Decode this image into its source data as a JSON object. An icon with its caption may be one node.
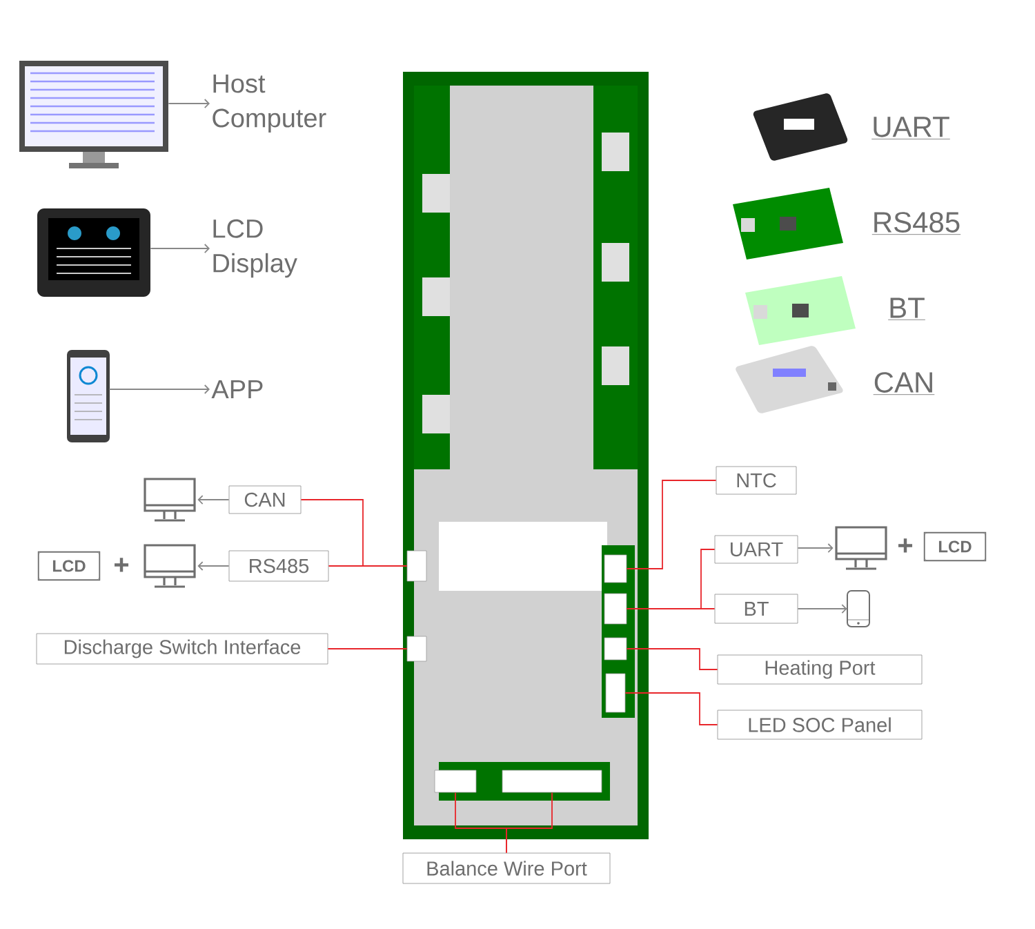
{
  "diagram": {
    "nodes": [
      {
        "text": [],
        "shape": "picture"
      },
      {
        "text": [
          "Host Computer"
        ]
      },
      {
        "text": [],
        "shape": "picture"
      },
      {
        "text": [
          "LCD Display"
        ]
      },
      {
        "text": [],
        "shape": "picture"
      },
      {
        "text": [
          "APP"
        ]
      },
      {
        "text": [],
        "shape": "picture"
      },
      {
        "text": [],
        "shape": "picture"
      },
      {
        "text": [],
        "shape": "picture"
      },
      {
        "text": [],
        "shape": "box",
        "in": 8
      },
      {
        "text": [],
        "shape": "box",
        "in": 8
      },
      {
        "text": [],
        "shape": "box",
        "in": 8
      },
      {
        "text": [],
        "shape": "box",
        "in": 8
      },
      {
        "text": [],
        "shape": "box",
        "in": 8
      },
      {
        "text": [],
        "shape": "box",
        "in": 8
      },
      {
        "text": [],
        "shape": "box",
        "in": 8
      },
      {
        "text": [],
        "shape": "box",
        "in": 8
      },
      {
        "text": [
          "CAN"
        ]
      },
      {
        "text": [
          "RS485"
        ]
      },
      {
        "text": [
          "Discharge Switch Interface"
        ]
      },
      {
        "text": [
          "NTC"
        ]
      },
      {
        "text": [
          "UART"
        ]
      },
      {
        "text": [
          "BT"
        ]
      },
      {
        "text": [
          "Heating Port"
        ]
      },
      {
        "text": [
          "LED SOC Panel"
        ]
      },
      {
        "text": [
          "Balance Wire Port"
        ]
      },
      {
        "text": [],
        "shape": "monitor"
      },
      {
        "text": [],
        "shape": "monitor"
      },
      {
        "text": [
          "LCD"
        ]
      },
      {
        "text": [],
        "shape": "monitor"
      },
      {
        "text": [
          "LCD"
        ]
      },
      {
        "text": [],
        "shape": "phone"
      }
    ],
    "edges": [
      {
        "from": 0,
        "to": 1,
        "arrow": "to",
        "color": "#888888"
      },
      {
        "from": 2,
        "to": 3,
        "arrow": "to",
        "color": "#888888"
      },
      {
        "from": 4,
        "to": 5,
        "arrow": "to",
        "color": "#888888"
      },
      {
        "from": 17,
        "to": 26,
        "arrow": "to",
        "color": "#888888"
      },
      {
        "from": 18,
        "to": 27,
        "arrow": "to",
        "color": "#888888"
      },
      {
        "from": 21,
        "to": 29,
        "arrow": "to",
        "color": "#888888"
      },
      {
        "from": 22,
        "to": 31,
        "arrow": "to",
        "color": "#888888"
      },
      {
        "from": 17,
        "to": 9,
        "arrow": "none"
      },
      {
        "from": 18,
        "to": 9,
        "arrow": "none"
      },
      {
        "from": 19,
        "to": 10,
        "arrow": "none"
      },
      {
        "from": 20,
        "to": 11,
        "arrow": "none"
      },
      {
        "from": 21,
        "to": 12,
        "arrow": "none"
      },
      {
        "from": 22,
        "to": 12,
        "arrow": "none"
      },
      {
        "from": 23,
        "to": 13,
        "arrow": "none"
      },
      {
        "from": 24,
        "to": 14,
        "arrow": "none"
      },
      {
        "from": 25,
        "to": 15,
        "arrow": "none"
      },
      {
        "from": 25,
        "to": 16,
        "arrow": "none"
      }
    ],
    "labels": [
      "UART",
      "RS485",
      "BT",
      "CAN",
      "+",
      "+"
    ]
  }
}
